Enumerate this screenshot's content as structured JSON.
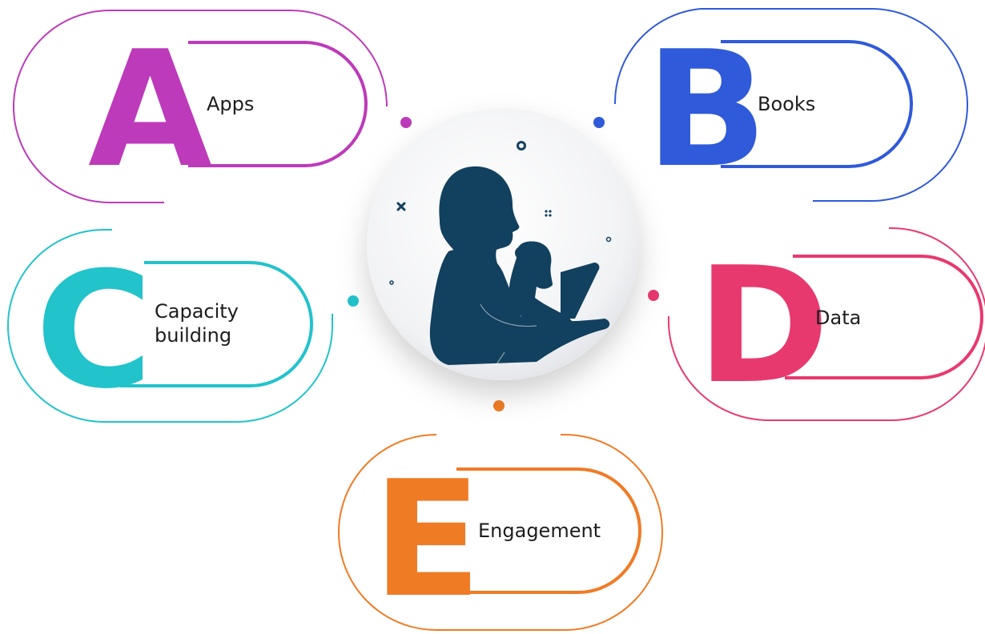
{
  "items": [
    {
      "letter": "A",
      "label": "Apps",
      "color": "#bd3aba"
    },
    {
      "letter": "B",
      "label": "Books",
      "color": "#2f5ad9"
    },
    {
      "letter": "C",
      "label": "Capacity\nbuilding",
      "color": "#22c3cb"
    },
    {
      "letter": "D",
      "label": "Data",
      "color": "#e8396f"
    },
    {
      "letter": "E",
      "label": "Engagement",
      "color": "#f07b25"
    }
  ],
  "center_color": "#12405f",
  "background": "#ffffff"
}
